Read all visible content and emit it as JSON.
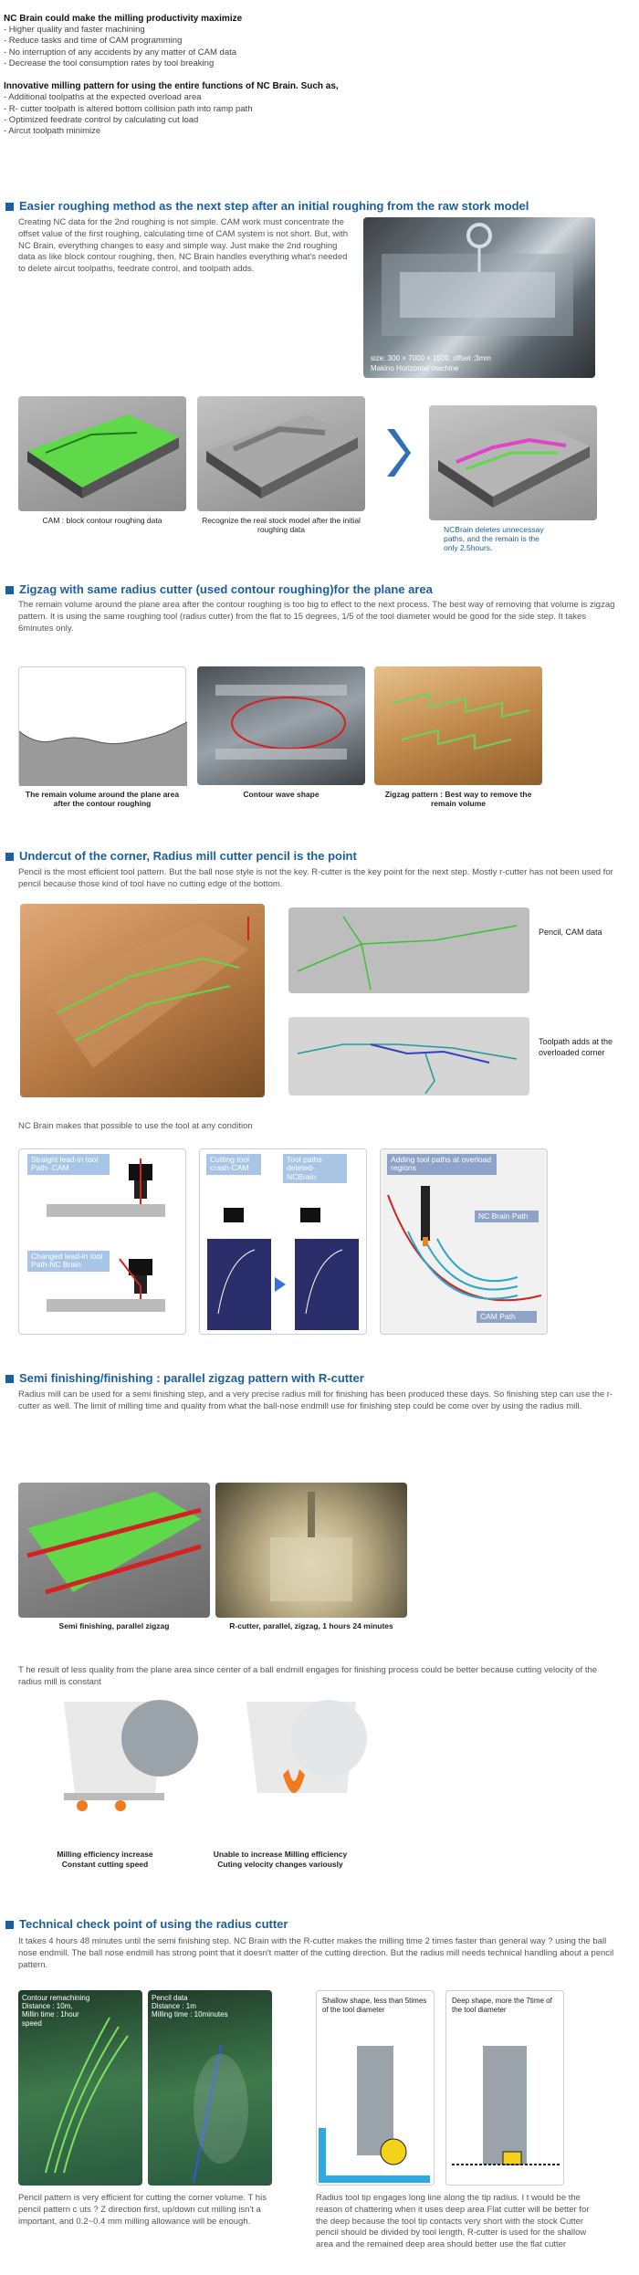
{
  "intro": {
    "title1": "NC Brain could make the milling productivity maximize",
    "list1": [
      "- Higher quality and faster machining",
      "- Reduce tasks and time of CAM programming",
      "- No interruption of any accidents by any matter of CAM data",
      "- Decrease the tool consumption rates by tool breaking"
    ],
    "title2": "Innovative milling pattern for using the entire functions of NC Brain. Such as,",
    "list2": [
      "- Additional toolpaths at the expected overload area",
      "- R- cutter toolpath is altered bottom collision path into ramp path",
      "- Optimized feedrate control by calculating cut load",
      "- Aircut toolpath minimize"
    ]
  },
  "s1": {
    "title": "Easier roughing method as the next step after an initial roughing from the raw stork model",
    "text": "Creating NC data for the 2nd roughing is not simple. CAM work must concentrate the offset value of the first roughing, calculating time of CAM system is not short. But, with NC Brain, everything changes to easy and simple way. Just make the 2nd roughing data as like block contour roughing, then, NC Brain handles everything what's needed to delete aircut toolpaths, feedrate control, and toolpath adds.",
    "photo_caption1": "size: 300 × 7000 × 1500, offset :3mm",
    "photo_caption2": "Makino Horizontal machine",
    "cap1": "CAM : block contour roughing data",
    "cap2": "Recognize the real stock model after the initial roughing data",
    "cap3": "NCBrain deletes unnecessay paths, and the remain is the only 2.5hours."
  },
  "s2": {
    "title": "Zigzag with same radius cutter (used contour roughing)for the plane area",
    "text": "The remain volume around the plane area after the contour roughing is too big to effect to the next process. The best way of removing that volume is zigzag pattern. It is using the same roughing tool (radius cutter) from the flat to 15 degrees, 1/5 of the tool diameter would be good for the side step. It takes 6minutes only.",
    "cap1": "The remain volume around the plane area after the contour roughing",
    "cap2": "Contour wave shape",
    "cap3": "Zigzag pattern : Best way to remove the remain volume"
  },
  "s3": {
    "title": "Undercut of the corner, Radius mill cutter pencil is the point",
    "text": "Pencil is the most efficient tool pattern. But the ball nose style is not the key. R-cutter is the key point for the next step. Mostly r-cutter has not been used for pencil because those kind of tool have no cutting edge of the bottom.",
    "label1": "Pencil, CAM data",
    "label2": "Toolpath adds at the overloaded corner",
    "text2": "NC Brain makes that possible to use the tool at any condition",
    "tag_a1": "Straight lead-in tool Path- CAM",
    "tag_a2": "Changed lead-in tool Path-NC Brain",
    "tag_b1": "Cutting tool crash-CAM",
    "tag_b2": "Tool paths deleted-NCBrain",
    "tag_c1": "Adding tool paths at overload regions",
    "tag_c2": "NC Brain Path",
    "tag_c3": "CAM Path"
  },
  "s4": {
    "title": "Semi finishing/finishing : parallel zigzag pattern with R-cutter",
    "text": "Radius mill can be used for a semi finishing step, and a very precise radius mill for finishing has been produced these days. So finishing step can use the r-cutter as well. The limit of milling time and quality from what the ball-nose endmill use for finishing step could be come over by using the radius mill.",
    "cap1": "Semi finishing, parallel zigzag",
    "cap2": "R-cutter, parallel, zigzag, 1 hours 24 minutes",
    "text2": "T he result of less quality from the plane area since center of a ball endmill engages for finishing process could be better because cutting velocity of the radius mill is constant",
    "cap3a": "Milling efficiency increase",
    "cap3b": "Constant cutting speed",
    "cap4a": "Unable to increase Milling efficiency",
    "cap4b": "Cuting velocity changes variously"
  },
  "s5": {
    "title": "Technical check point of using the radius cutter",
    "text": "It takes 4 hours 48 minutes until the semi finishing step. NC Brain with the R-cutter makes the milling time 2 times faster than general way ? using the ball nose endmill. The ball nose endmill has strong point that it doesn't matter of the cutting direction. But the radius mill needs technical handling about a pencil pattern.",
    "box1": [
      "Contour remachining",
      "Distance : 10m,",
      "Millin time : 1hour",
      "speed"
    ],
    "box2": [
      "Pencil data",
      "Distance : 1m",
      "Milling time : 10minutes"
    ],
    "box3": "Shallow shape, less than 5times of the tool diameter",
    "box4": "Deep shape, more the 7time of the tool diameter",
    "text_left": "Pencil pattern is very efficient for cutting the corner volume. T his pencil pattern c uts ? Z direction first, up/down cut milling isn't a important, and 0.2~0.4 mm milling allowance will be enough.",
    "text_right": "Radius tool tip engages long line along the tip radius. I t would be the reason of chattering when it uses deep area Flat cutter will be better for the deep because the tool tip contacts very short with the stock Cutter pencil should be divided by tool length, R-cutter is used for the shallow area and the remained deep area should better use the flat cutter"
  }
}
